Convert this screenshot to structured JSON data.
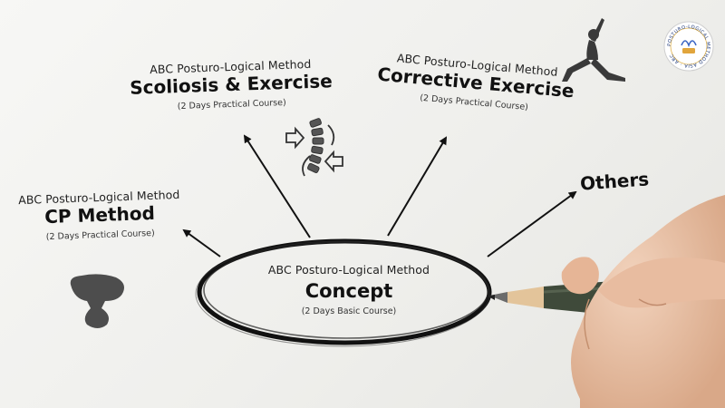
{
  "nodes": {
    "scoliosis": {
      "subtitle": "ABC  Posturo-Logical Method",
      "title": "Scoliosis & Exercise",
      "course": "(2 Days Practical Course)"
    },
    "corrective": {
      "subtitle": "ABC  Posturo-Logical Method",
      "title": "Corrective Exercise",
      "course": "(2 Days Practical Course)"
    },
    "cp": {
      "subtitle": "ABC  Posturo-Logical Method",
      "title": "CP  Method",
      "course": "(2 Days Practical Course)"
    },
    "concept": {
      "subtitle": "ABC  Posturo-Logical Method",
      "title": "Concept",
      "course": "(2 Days Basic Course)"
    },
    "others": {
      "title": "Others"
    }
  },
  "logo": {
    "text": "POSTURO-LOGICAL METHOD ASIA · ABC"
  },
  "icons": [
    "yoga-pose-icon",
    "spine-compression-icon",
    "muscle-shape-icon",
    "pencil-hand-image"
  ],
  "colors": {
    "ink": "#111111",
    "icon_gray": "#555555",
    "pencil_green": "#3f4a3a"
  }
}
